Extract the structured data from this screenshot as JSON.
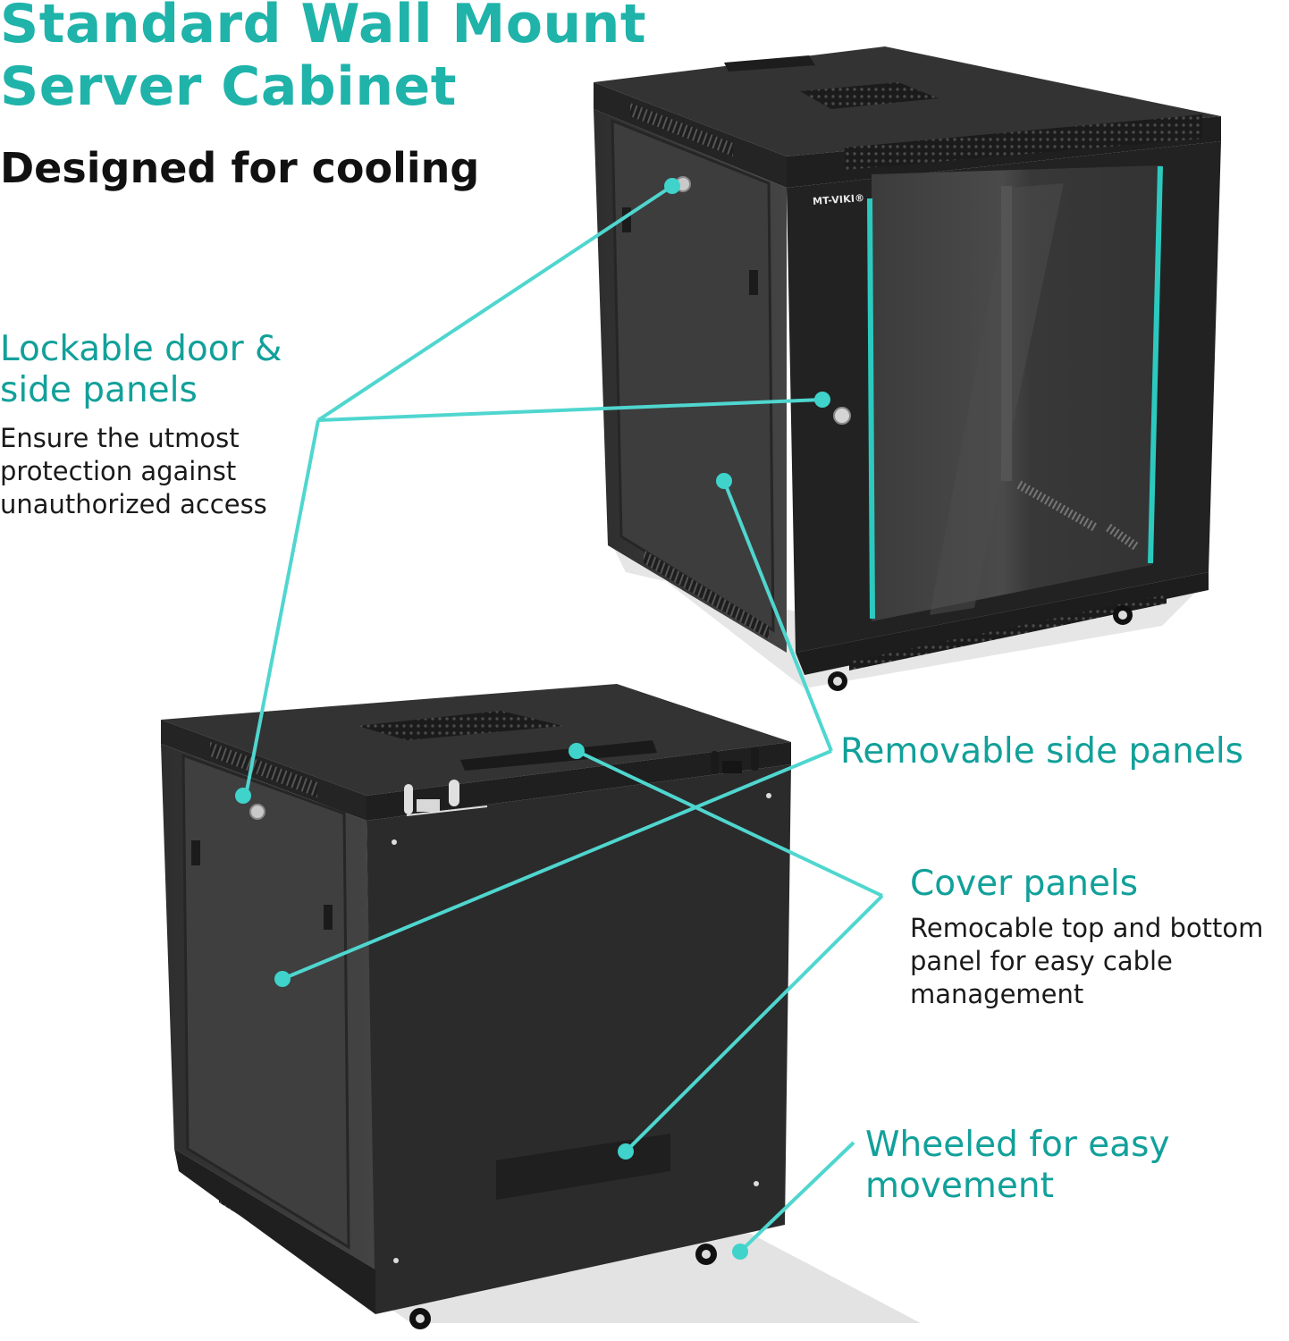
{
  "colors": {
    "accent": "#1fb3aa",
    "accent_dark": "#12a09a",
    "leader_line": "#4fd6cf",
    "cabinet_body": "#262626",
    "cabinet_side": "#3a3a3a",
    "text_dark": "#111111"
  },
  "header": {
    "title": "Standard Wall Mount\nServer Cabinet",
    "subtitle": "Designed for cooling"
  },
  "features": [
    {
      "id": "lockable",
      "heading": "Lockable door &\nside panels",
      "body": "Ensure the utmost\nprotection against\nunauthorized access"
    },
    {
      "id": "removable",
      "heading": "Removable side panels",
      "body": ""
    },
    {
      "id": "cover",
      "heading": "Cover panels",
      "body": "Remocable top and bottom\npanel for easy cable\nmanagement"
    },
    {
      "id": "wheeled",
      "heading": "Wheeled for easy\nmovement",
      "body": ""
    }
  ],
  "product": {
    "brand_label": "MT-VIKI®",
    "views": [
      "front-glass-door-view",
      "rear-side-view"
    ]
  }
}
